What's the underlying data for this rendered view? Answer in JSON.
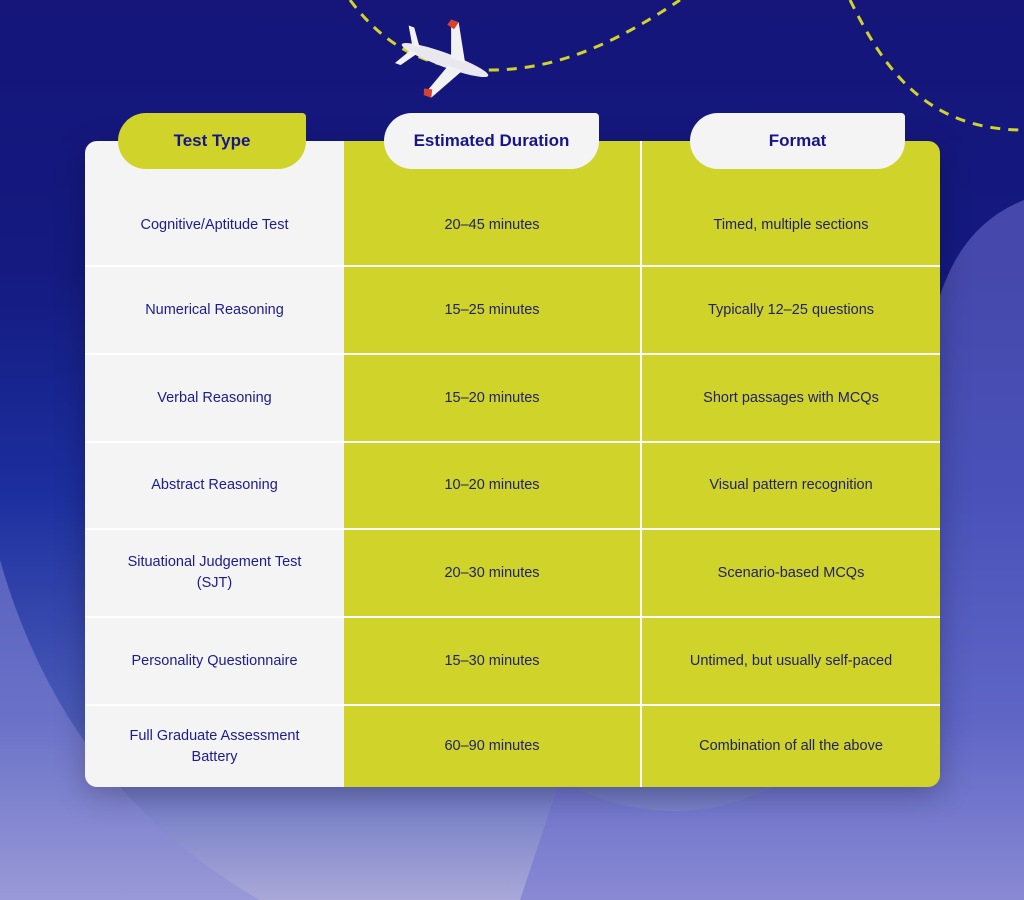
{
  "headers": [
    "Test Type",
    "Estimated Duration",
    "Format"
  ],
  "rows": [
    {
      "type": "Cognitive/Aptitude Test",
      "duration": "20–45 minutes",
      "format": "Timed, multiple sections"
    },
    {
      "type": "Numerical Reasoning",
      "duration": "15–25 minutes",
      "format": "Typically 12–25 questions"
    },
    {
      "type": "Verbal Reasoning",
      "duration": "15–20 minutes",
      "format": "Short passages with MCQs"
    },
    {
      "type": "Abstract Reasoning",
      "duration": "10–20 minutes",
      "format": "Visual pattern recognition"
    },
    {
      "type": "Situational Judgement Test (SJT)",
      "duration": "20–30 minutes",
      "format": "Scenario-based MCQs"
    },
    {
      "type": "Personality Questionnaire",
      "duration": "15–30 minutes",
      "format": "Untimed, but usually self-paced"
    },
    {
      "type": "Full Graduate Assessment Battery",
      "duration": "60–90 minutes",
      "format": "Combination of all the above"
    }
  ],
  "colors": {
    "lime": "#cfd32a",
    "navy": "#16168a",
    "light": "#f4f4f4"
  }
}
